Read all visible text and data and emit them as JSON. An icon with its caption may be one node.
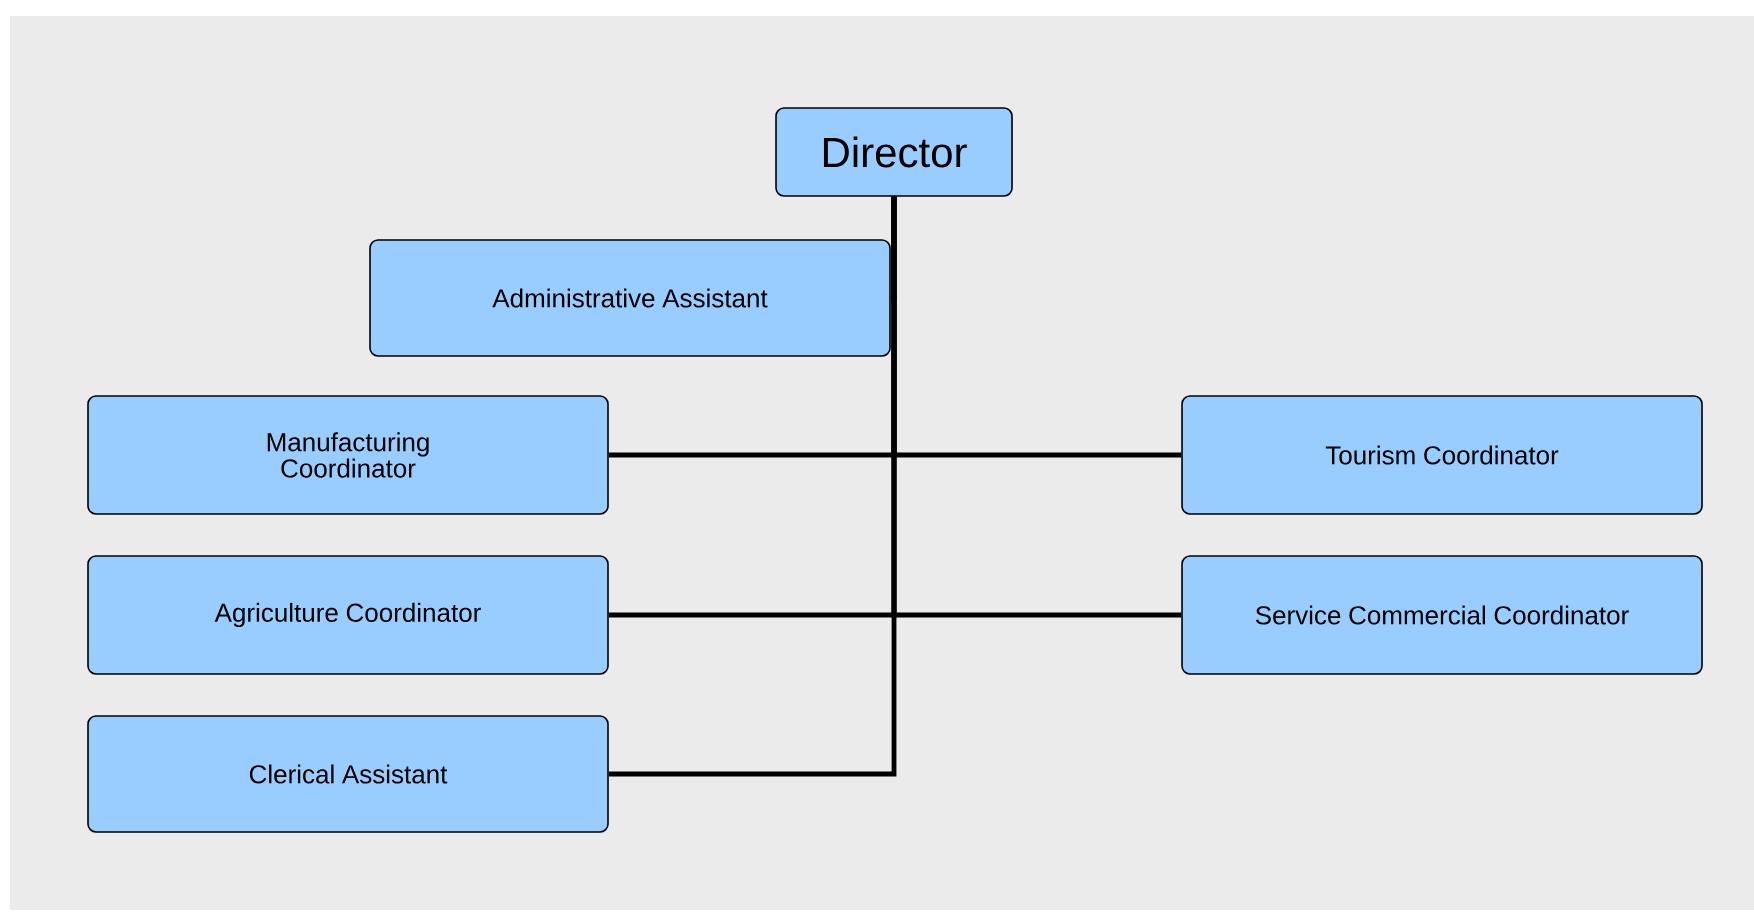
{
  "diagram": {
    "nodes": [
      {
        "text": [
          "Director"
        ]
      },
      {
        "text": [
          "Administrative Assistant"
        ]
      },
      {
        "text": [
          "Manufacturing Coordinator"
        ]
      },
      {
        "text": [
          "Tourism Coordinator"
        ]
      },
      {
        "text": [
          "Agriculture Coordinator"
        ]
      },
      {
        "text": [
          "Service Commercial Coordinator"
        ]
      },
      {
        "text": [
          "Clerical Assistant"
        ]
      }
    ],
    "edges": [
      {
        "from": 0,
        "to": 1,
        "arrow": "none"
      },
      {
        "from": 0,
        "to": 2,
        "arrow": "none"
      },
      {
        "from": 0,
        "to": 3,
        "arrow": "none"
      },
      {
        "from": 0,
        "to": 4,
        "arrow": "none"
      },
      {
        "from": 0,
        "to": 5,
        "arrow": "none"
      },
      {
        "from": 0,
        "to": 6,
        "arrow": "none"
      }
    ]
  }
}
